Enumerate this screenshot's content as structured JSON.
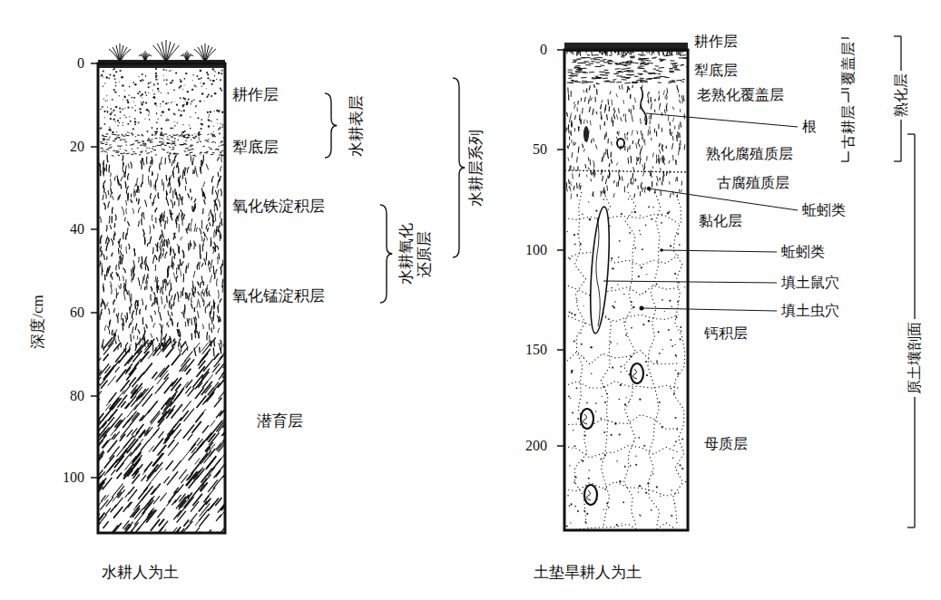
{
  "diagram": {
    "labels": [
      "深度/cm",
      "0",
      "20",
      "40",
      "60",
      "80",
      "100",
      "耕作层",
      "犁底层",
      "水耕表层",
      "水耕层系列",
      "氧化铁淀积层",
      "氧化锰淀积层",
      "水耕氧化还原层",
      "潜育层",
      "水耕人为土",
      "0",
      "50",
      "100",
      "150",
      "200",
      "耕作层",
      "犁底层",
      "老熟化覆盖层",
      "覆盖层",
      "熟化层",
      "根",
      "熟化腐殖质层",
      "古耕层",
      "古腐殖质层",
      "蚯蚓类",
      "黏化层",
      "蚯蚓类",
      "填土鼠穴",
      "填土虫穴",
      "钙积层",
      "原土壤剖面",
      "母质层",
      "土垫旱耕人为土"
    ]
  }
}
